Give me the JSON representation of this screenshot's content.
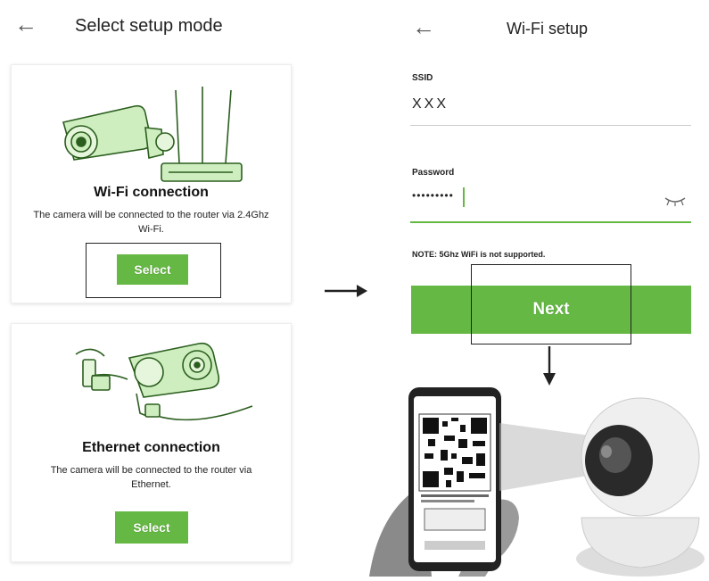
{
  "left_screen": {
    "title": "Select setup mode",
    "back_glyph": "←",
    "wifi_card": {
      "title": "Wi-Fi connection",
      "description": "The camera will be connected to the router via 2.4Ghz Wi-Fi.",
      "button_label": "Select",
      "illustration": "camera-router-icon"
    },
    "ethernet_card": {
      "title": "Ethernet connection",
      "description": "The camera will be connected to the router via Ethernet.",
      "button_label": "Select",
      "illustration": "camera-ethernet-cable-icon"
    }
  },
  "right_screen": {
    "title": "Wi-Fi setup",
    "back_glyph": "←",
    "ssid": {
      "label": "SSID",
      "value": "XXX"
    },
    "password": {
      "label": "Password",
      "value": "•••••••••",
      "toggle_icon": "eye-closed-icon"
    },
    "note": "NOTE: 5Ghz WiFi is not supported.",
    "next_label": "Next"
  },
  "flow": {
    "arrow_right": "→",
    "arrow_down": "↓"
  },
  "illustration": {
    "phone": "phone-qr-code-icon",
    "camera": "dome-camera-icon"
  },
  "colors": {
    "accent": "#65b843"
  }
}
